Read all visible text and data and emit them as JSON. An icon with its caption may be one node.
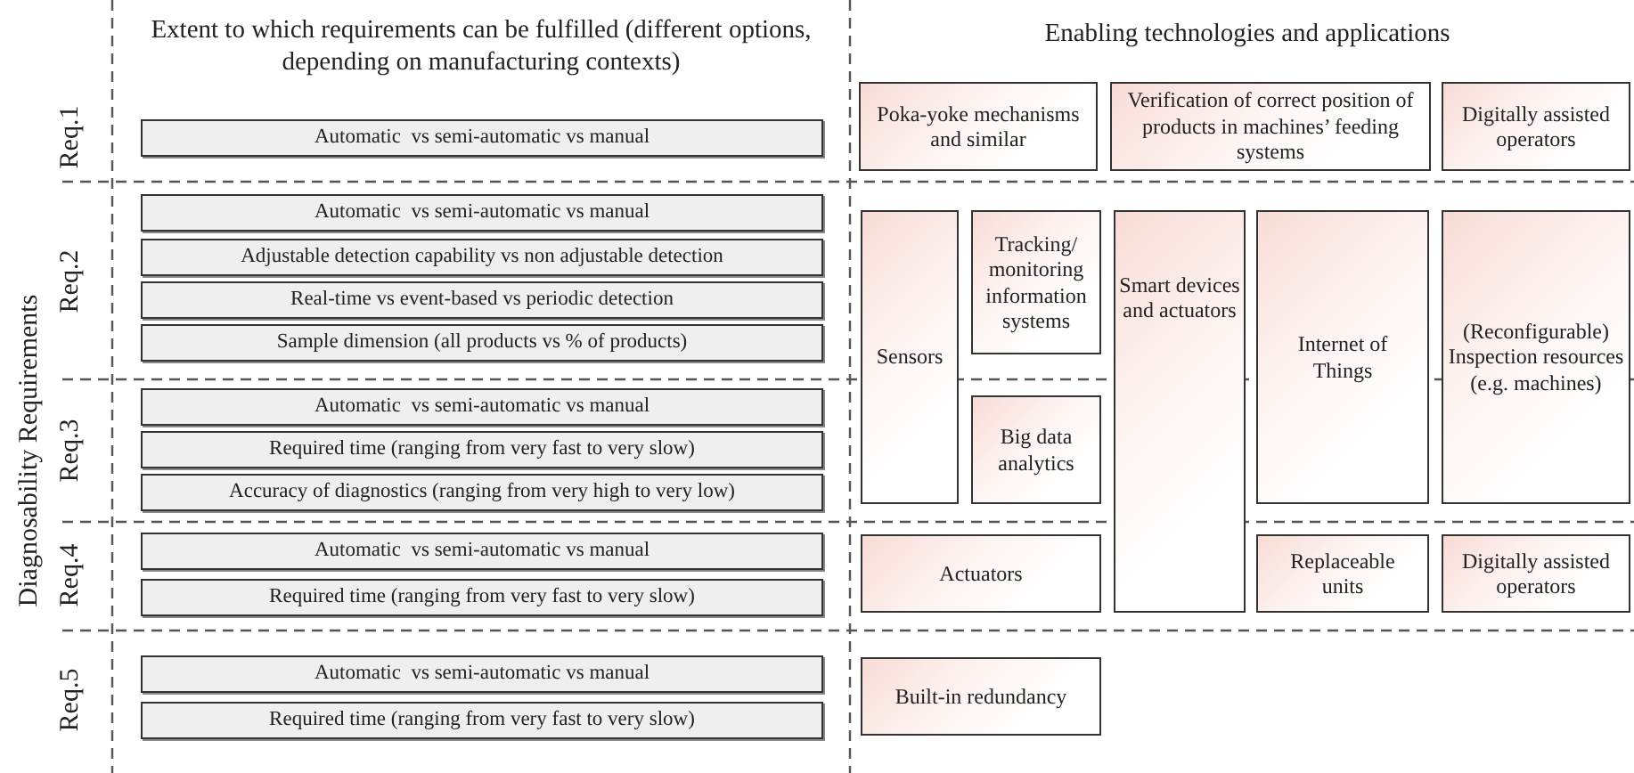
{
  "diagram": {
    "nodes": [
      {
        "text": [
          "Automatic  vs semi-automatic vs manual"
        ]
      },
      {
        "text": [
          "Automatic  vs semi-automatic vs manual"
        ]
      },
      {
        "text": [
          "Adjustable detection capability vs non adjustable detection"
        ]
      },
      {
        "text": [
          "Real-time vs event-based vs periodic detection"
        ]
      },
      {
        "text": [
          "Sample dimension (all products vs % of products)"
        ]
      },
      {
        "text": [
          "Automatic  vs semi-automatic vs manual"
        ]
      },
      {
        "text": [
          "Required time (ranging from very fast to very slow)"
        ]
      },
      {
        "text": [
          "Accuracy of diagnostics (ranging from very high to very low)"
        ]
      },
      {
        "text": [
          "Automatic  vs semi-automatic vs manual"
        ]
      },
      {
        "text": [
          "Required time (ranging from very fast to very slow)"
        ]
      },
      {
        "text": [
          "Automatic  vs semi-automatic vs manual"
        ]
      },
      {
        "text": [
          "Required time (ranging from very fast to very slow)"
        ]
      },
      {
        "text": [
          "Poka-yoke mechanisms and similar"
        ]
      },
      {
        "text": [
          "Verification of correct position of products in machines’ feeding systems"
        ]
      },
      {
        "text": [
          "Digitally assisted operators"
        ]
      },
      {
        "text": [
          "Sensors"
        ]
      },
      {
        "text": [
          "Tracking/ monitoring information systems"
        ]
      },
      {
        "text": [
          "Big data analytics"
        ]
      },
      {
        "text": [
          "Smart devices and actuators"
        ]
      },
      {
        "text": [
          "Internet of Things"
        ]
      },
      {
        "text": [
          "(Reconfigurable) Inspection resources (e.g. machines)"
        ]
      },
      {
        "text": [
          "Actuators"
        ]
      },
      {
        "text": [
          "Replaceable units"
        ]
      },
      {
        "text": [
          "Digitally assisted operators"
        ]
      },
      {
        "text": [
          "Built-in redundancy"
        ]
      }
    ],
    "labels": [
      "Extent to which requirements can be fulfilled (different options, depending on manufacturing contexts)",
      "Enabling technologies and applications",
      "Diagnosability Requirements",
      "Req.1",
      "Req.2",
      "Req.3",
      "Req.4",
      "Req.5"
    ]
  }
}
